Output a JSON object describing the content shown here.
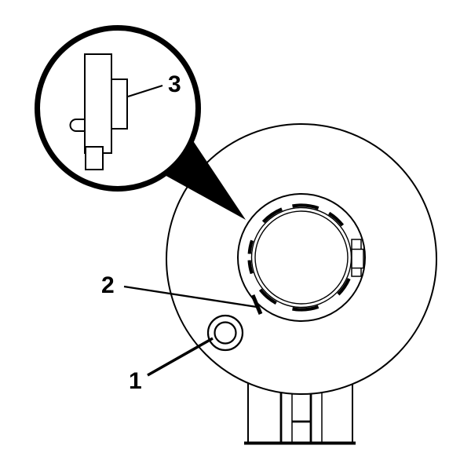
{
  "figure": {
    "type": "technical-line-illustration",
    "background_color": "#ffffff",
    "line_color": "#000000",
    "callouts": [
      {
        "label": "1"
      },
      {
        "label": "2"
      },
      {
        "label": "3"
      }
    ]
  }
}
